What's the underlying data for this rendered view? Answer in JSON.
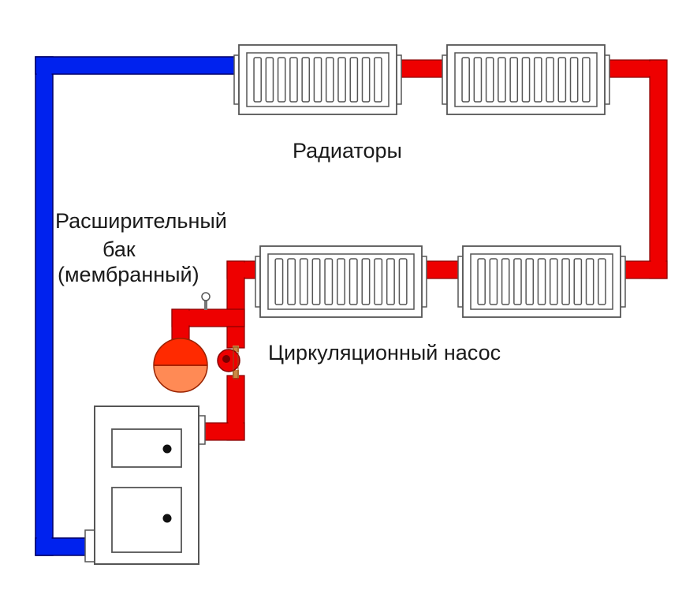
{
  "labels": {
    "radiators": "Радиаторы",
    "tank_line1": "Расширительный",
    "tank_line2": "бак",
    "tank_line3": "(мембранный)",
    "pump": "Циркуляционный насос"
  },
  "colors": {
    "hot_pipe": "#ee0000",
    "cold_pipe": "#0022ee",
    "outline": "#555555",
    "tank": "#ff3300",
    "tank_bottom": "#ff9966"
  },
  "radiator_count": 4
}
